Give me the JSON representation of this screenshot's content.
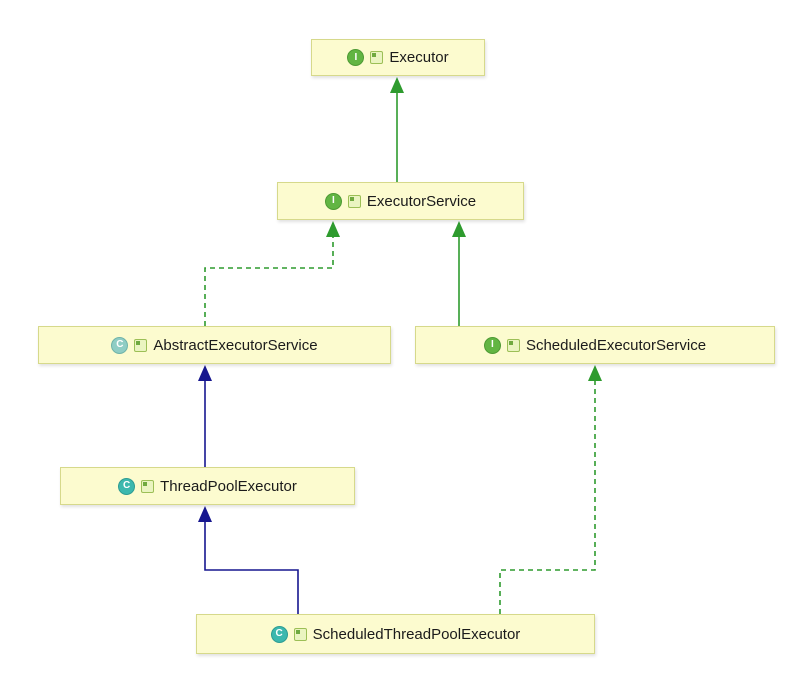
{
  "diagram": {
    "type": "uml-class-diagram",
    "nodes": [
      {
        "label": "Executor",
        "kind": "interface",
        "icon_letter": "I"
      },
      {
        "label": "ExecutorService",
        "kind": "interface",
        "icon_letter": "I"
      },
      {
        "label": "AbstractExecutorService",
        "kind": "abstract-class",
        "icon_letter": "C"
      },
      {
        "label": "ScheduledExecutorService",
        "kind": "interface",
        "icon_letter": "I"
      },
      {
        "label": "ThreadPoolExecutor",
        "kind": "class",
        "icon_letter": "C"
      },
      {
        "label": "ScheduledThreadPoolExecutor",
        "kind": "class",
        "icon_letter": "C"
      }
    ],
    "edges": [
      {
        "from": "ExecutorService",
        "to": "Executor",
        "relation": "extends",
        "style": "solid",
        "color": "#2E9B2E"
      },
      {
        "from": "AbstractExecutorService",
        "to": "ExecutorService",
        "relation": "implements",
        "style": "dashed",
        "color": "#2E9B2E"
      },
      {
        "from": "ScheduledExecutorService",
        "to": "ExecutorService",
        "relation": "extends",
        "style": "solid",
        "color": "#2E9B2E"
      },
      {
        "from": "ThreadPoolExecutor",
        "to": "AbstractExecutorService",
        "relation": "extends",
        "style": "solid",
        "color": "#17178F"
      },
      {
        "from": "ScheduledThreadPoolExecutor",
        "to": "ThreadPoolExecutor",
        "relation": "extends",
        "style": "solid",
        "color": "#17178F"
      },
      {
        "from": "ScheduledThreadPoolExecutor",
        "to": "ScheduledExecutorService",
        "relation": "implements",
        "style": "dashed",
        "color": "#2E9B2E"
      }
    ],
    "colors": {
      "node_bg": "#FCFBCF",
      "node_border": "#D6D98B",
      "interface_icon": "#62B543",
      "class_icon": "#3CB8AE",
      "abstract_class_icon": "#8FCDC4",
      "interface_edge": "#2E9B2E",
      "class_edge": "#17178F"
    }
  }
}
